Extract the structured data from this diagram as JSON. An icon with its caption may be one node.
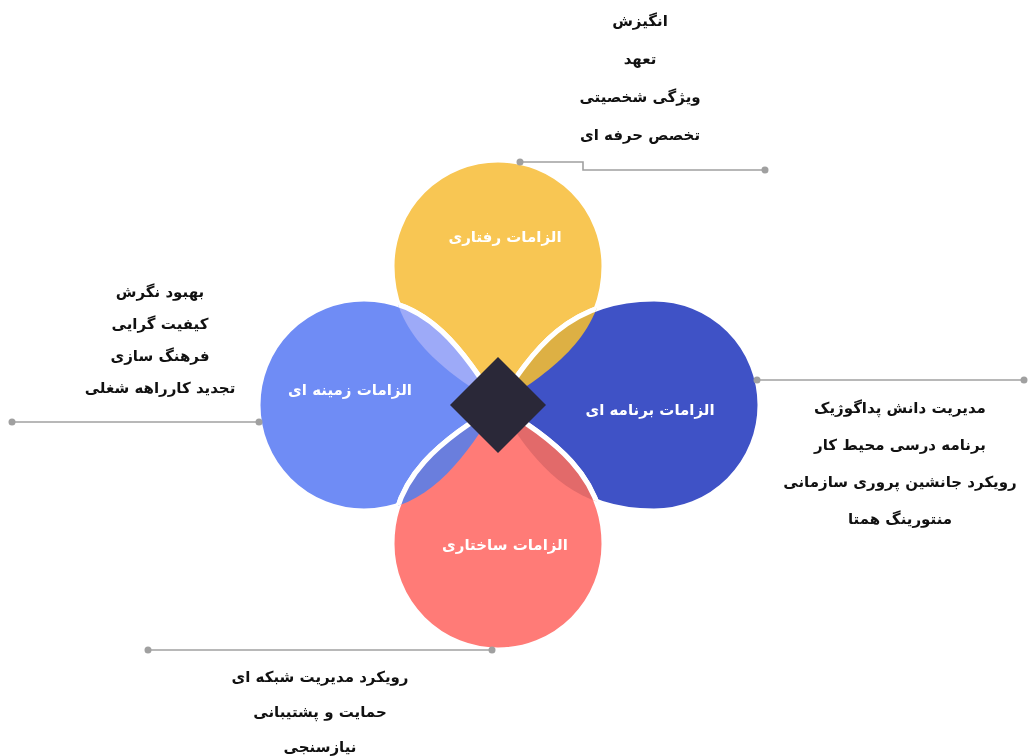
{
  "diagram": {
    "nodes": [
      {
        "text": [
          "الزامات رفتاری"
        ],
        "beside": [
          "انگیزش",
          "تعهد",
          "ویژگی شخصیتی",
          "تخصص حرفه ای"
        ]
      },
      {
        "text": [
          "الزامات زمینه ای"
        ],
        "beside": [
          "بهبود نگرش",
          "کیفیت گرایی",
          "فرهنگ سازی",
          "تجدید کارراهه شغلی"
        ]
      },
      {
        "text": [],
        "shape": "diamond"
      },
      {
        "text": [
          "الزامات برنامه ای"
        ],
        "beside": [
          "مدیریت دانش پداگوژیک",
          "برنامه درسی محیط کار",
          "رویکرد جانشین پروری سازمانی",
          "منتورینگ همتا"
        ]
      },
      {
        "text": [
          "الزامات ساختاری"
        ],
        "beside": [
          "رویکرد مدیریت شبکه ای",
          "حمایت و پشتیبانی",
          "نیازسنجی"
        ]
      }
    ],
    "edges": [
      {
        "from": 0,
        "to": null,
        "arrow": "other"
      },
      {
        "from": 1,
        "to": null,
        "arrow": "other"
      },
      {
        "from": 3,
        "to": null,
        "arrow": "other"
      },
      {
        "from": 4,
        "to": null,
        "arrow": "other"
      }
    ]
  }
}
